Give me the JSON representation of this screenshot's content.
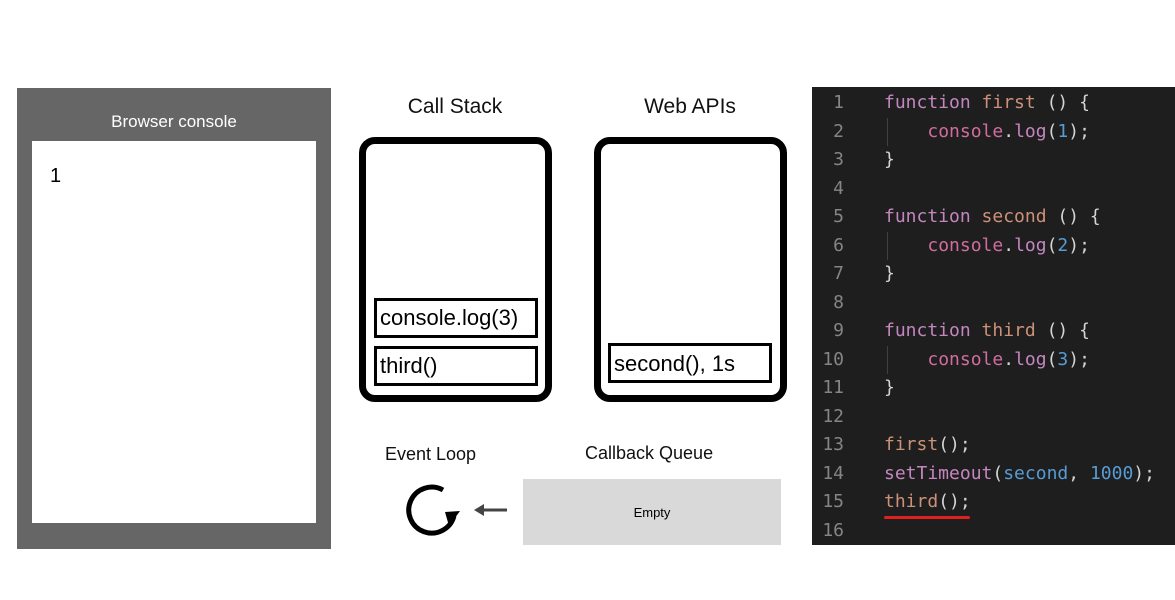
{
  "console": {
    "title": "Browser console",
    "output": "1"
  },
  "call_stack": {
    "title": "Call Stack",
    "frames": [
      "console.log(3)",
      "third()"
    ]
  },
  "web_apis": {
    "title": "Web APIs",
    "items": [
      "second(), 1s"
    ]
  },
  "event_loop": {
    "title": "Event Loop",
    "icon": "loop-arrow-icon",
    "arrow_icon": "left-arrow-icon"
  },
  "callback_queue": {
    "title": "Callback Queue",
    "content": "Empty"
  },
  "editor": {
    "highlight_line": 15,
    "colors": {
      "background": "#1e1e1e",
      "keyword": "#c586c0",
      "function_name": "#ce9178",
      "identifier": "#9cdcfe",
      "number": "#569cd6",
      "line_number": "#858585",
      "error_underline": "#e0201e"
    },
    "lines": [
      {
        "n": "1",
        "tokens": [
          [
            "function",
            "kw"
          ],
          [
            " ",
            "p"
          ],
          [
            "first",
            "fn"
          ],
          [
            " () {",
            "p"
          ]
        ]
      },
      {
        "n": "2",
        "tokens": [
          [
            "    ",
            "p"
          ],
          [
            "console",
            "obj"
          ],
          [
            ".",
            "p"
          ],
          [
            "log",
            "mth"
          ],
          [
            "(",
            "p"
          ],
          [
            "1",
            "num"
          ],
          [
            ");",
            "p"
          ]
        ],
        "guide": true
      },
      {
        "n": "3",
        "tokens": [
          [
            "}",
            "p"
          ]
        ]
      },
      {
        "n": "4",
        "tokens": []
      },
      {
        "n": "5",
        "tokens": [
          [
            "function",
            "kw"
          ],
          [
            " ",
            "p"
          ],
          [
            "second",
            "fn"
          ],
          [
            " () {",
            "p"
          ]
        ]
      },
      {
        "n": "6",
        "tokens": [
          [
            "    ",
            "p"
          ],
          [
            "console",
            "obj"
          ],
          [
            ".",
            "p"
          ],
          [
            "log",
            "mth"
          ],
          [
            "(",
            "p"
          ],
          [
            "2",
            "num"
          ],
          [
            ");",
            "p"
          ]
        ],
        "guide": true
      },
      {
        "n": "7",
        "tokens": [
          [
            "}",
            "p"
          ]
        ]
      },
      {
        "n": "8",
        "tokens": []
      },
      {
        "n": "9",
        "tokens": [
          [
            "function",
            "kw"
          ],
          [
            " ",
            "p"
          ],
          [
            "third",
            "fn"
          ],
          [
            " () {",
            "p"
          ]
        ]
      },
      {
        "n": "10",
        "tokens": [
          [
            "    ",
            "p"
          ],
          [
            "console",
            "obj"
          ],
          [
            ".",
            "p"
          ],
          [
            "log",
            "mth"
          ],
          [
            "(",
            "p"
          ],
          [
            "3",
            "num"
          ],
          [
            ");",
            "p"
          ]
        ],
        "guide": true
      },
      {
        "n": "11",
        "tokens": [
          [
            "}",
            "p"
          ]
        ]
      },
      {
        "n": "12",
        "tokens": []
      },
      {
        "n": "13",
        "tokens": [
          [
            "first",
            "fn"
          ],
          [
            "();",
            "p"
          ]
        ]
      },
      {
        "n": "14",
        "tokens": [
          [
            "setTimeout",
            "mth"
          ],
          [
            "(",
            "p"
          ],
          [
            "second",
            "id"
          ],
          [
            ", ",
            "p"
          ],
          [
            "1000",
            "num"
          ],
          [
            ");",
            "p"
          ]
        ]
      },
      {
        "n": "15",
        "tokens": [
          [
            "third",
            "fn"
          ],
          [
            "();",
            "p"
          ]
        ]
      },
      {
        "n": "16",
        "tokens": []
      }
    ]
  }
}
